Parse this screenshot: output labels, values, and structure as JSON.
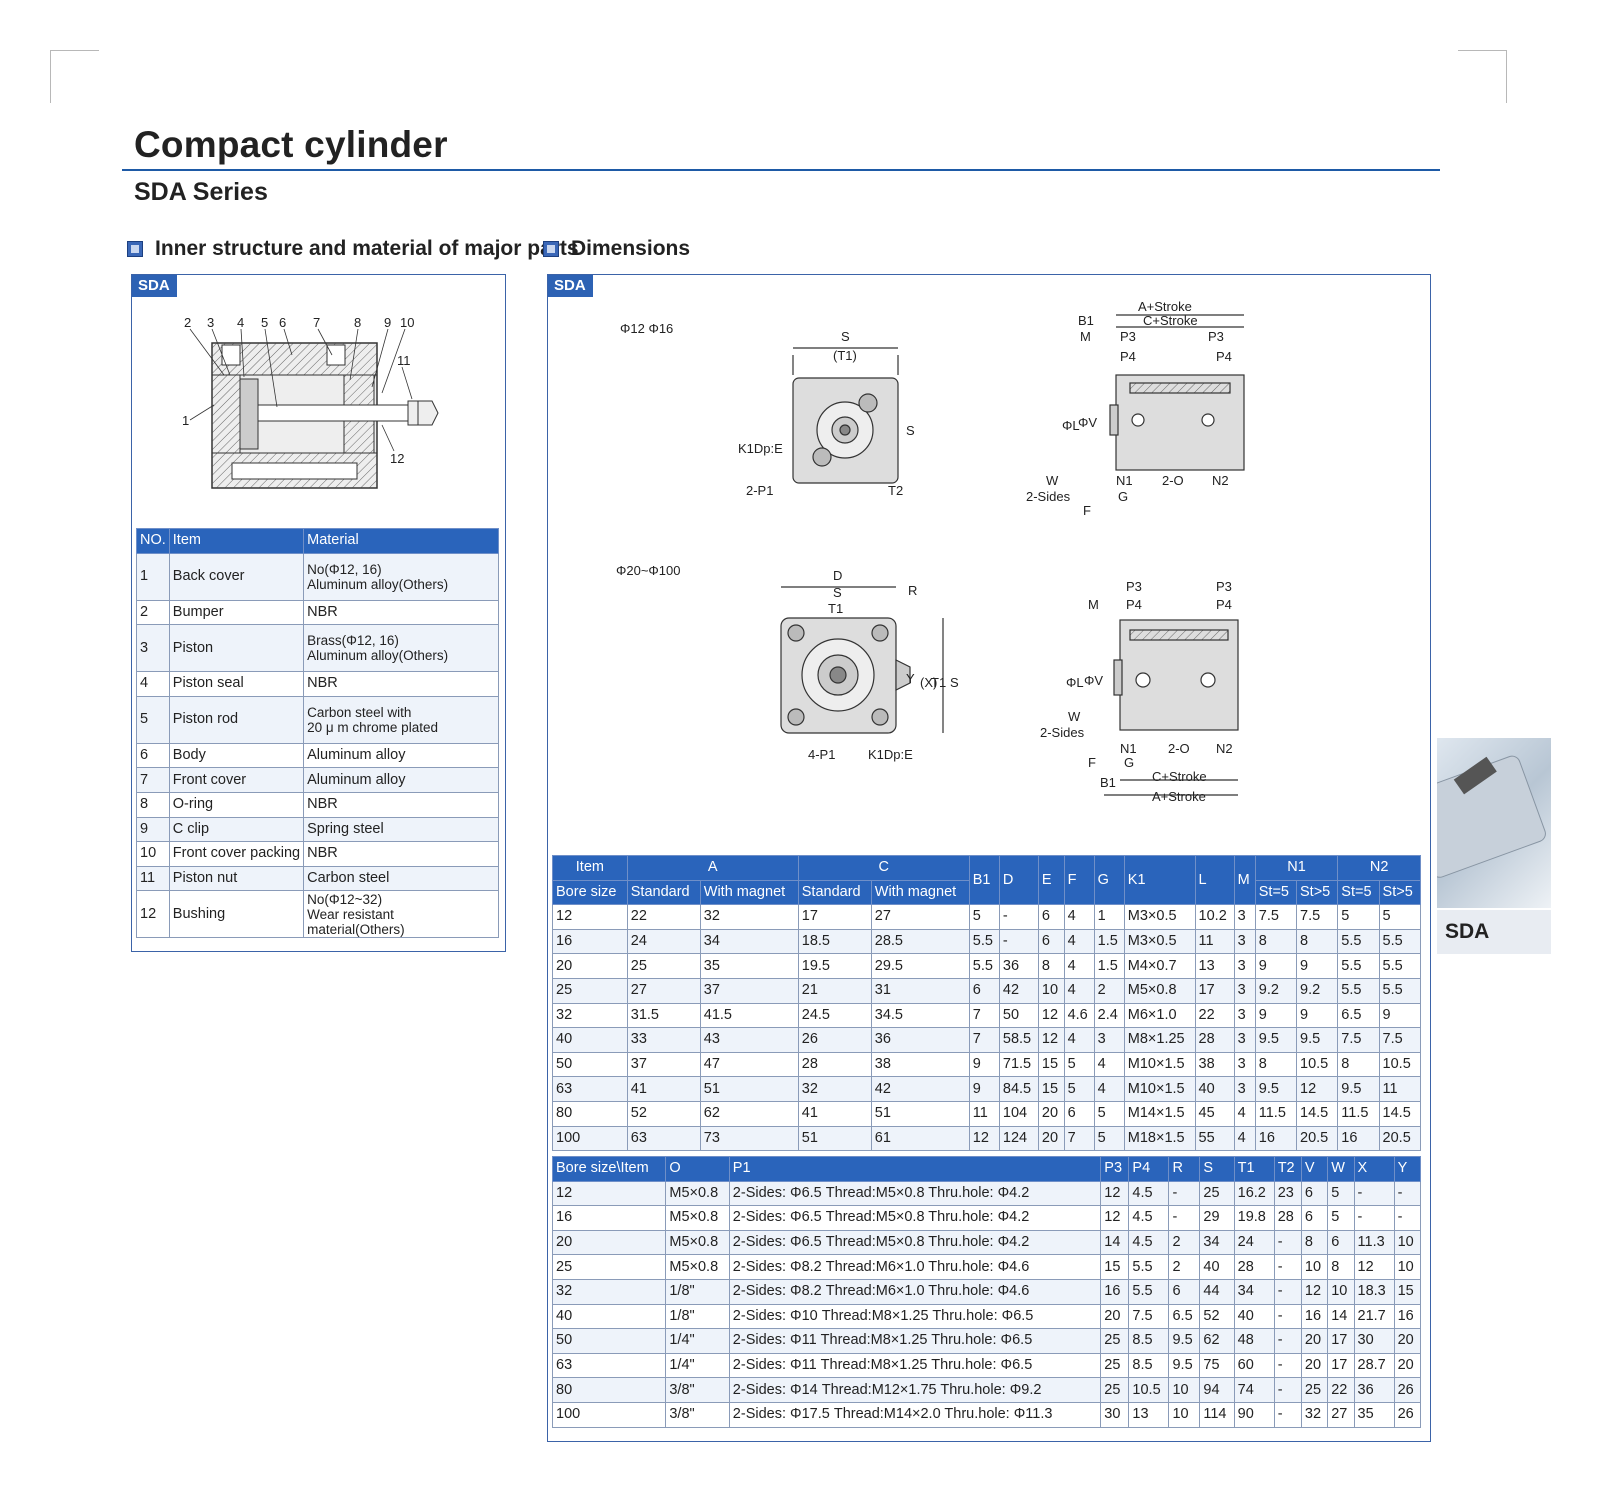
{
  "header": {
    "title": "Compact cylinder",
    "subtitle": "SDA Series"
  },
  "sections": {
    "inner": "Inner structure and material of major parts",
    "dimensions": "Dimensions"
  },
  "panel_tag": "SDA",
  "structure_callouts": [
    "1",
    "2",
    "3",
    "4",
    "5",
    "6",
    "7",
    "8",
    "9",
    "10",
    "11",
    "12"
  ],
  "parts_table": {
    "headers": [
      "NO.",
      "Item",
      "Material"
    ],
    "rows": [
      [
        "1",
        "Back cover",
        "No(Φ12, 16)\nAluminum alloy(Others)"
      ],
      [
        "2",
        "Bumper",
        "NBR"
      ],
      [
        "3",
        "Piston",
        "Brass(Φ12, 16)\nAluminum alloy(Others)"
      ],
      [
        "4",
        "Piston seal",
        "NBR"
      ],
      [
        "5",
        "Piston rod",
        "Carbon steel with\n20 μ m chrome plated"
      ],
      [
        "6",
        "Body",
        "Aluminum alloy"
      ],
      [
        "7",
        "Front cover",
        "Aluminum alloy"
      ],
      [
        "8",
        "O-ring",
        "NBR"
      ],
      [
        "9",
        "C clip",
        "Spring steel"
      ],
      [
        "10",
        "Front cover packing",
        "NBR"
      ],
      [
        "11",
        "Piston nut",
        "Carbon steel"
      ],
      [
        "12",
        "Bushing",
        "No(Φ12~32)\nWear resistant material(Others)"
      ]
    ]
  },
  "drawings": {
    "range_small": "Φ12 Φ16",
    "range_large": "Φ20~Φ100",
    "labels": {
      "S": "S",
      "T1p": "(T1)",
      "T1": "T1",
      "T2": "T2",
      "K1": "K1Dp:E",
      "P1_2": "2-P1",
      "P1_4": "4-P1",
      "D": "D",
      "R": "R",
      "Y": "Y",
      "X": "(X)",
      "A": "A+Stroke",
      "C": "C+Stroke",
      "B1": "B1",
      "M": "M",
      "P3": "P3",
      "P4": "P4",
      "L": "ΦL",
      "V": "ΦV",
      "W": "W",
      "sides": "2-Sides",
      "N1": "N1",
      "N2": "N2",
      "G": "G",
      "O": "2-O",
      "F": "F"
    }
  },
  "dim_table_1": {
    "header_item": "Item",
    "header_bore": "Bore size",
    "groups": [
      "A",
      "C",
      "B1",
      "D",
      "E",
      "F",
      "G",
      "K1",
      "L",
      "M",
      "N1",
      "N2"
    ],
    "sub": [
      "Standard",
      "With magnet",
      "Standard",
      "With magnet",
      "St=5",
      "St>5",
      "St=5",
      "St>5"
    ],
    "rows": [
      [
        "12",
        "22",
        "32",
        "17",
        "27",
        "5",
        "-",
        "6",
        "4",
        "1",
        "M3×0.5",
        "10.2",
        "3",
        "7.5",
        "7.5",
        "5",
        "5"
      ],
      [
        "16",
        "24",
        "34",
        "18.5",
        "28.5",
        "5.5",
        "-",
        "6",
        "4",
        "1.5",
        "M3×0.5",
        "11",
        "3",
        "8",
        "8",
        "5.5",
        "5.5"
      ],
      [
        "20",
        "25",
        "35",
        "19.5",
        "29.5",
        "5.5",
        "36",
        "8",
        "4",
        "1.5",
        "M4×0.7",
        "13",
        "3",
        "9",
        "9",
        "5.5",
        "5.5"
      ],
      [
        "25",
        "27",
        "37",
        "21",
        "31",
        "6",
        "42",
        "10",
        "4",
        "2",
        "M5×0.8",
        "17",
        "3",
        "9.2",
        "9.2",
        "5.5",
        "5.5"
      ],
      [
        "32",
        "31.5",
        "41.5",
        "24.5",
        "34.5",
        "7",
        "50",
        "12",
        "4.6",
        "2.4",
        "M6×1.0",
        "22",
        "3",
        "9",
        "9",
        "6.5",
        "9"
      ],
      [
        "40",
        "33",
        "43",
        "26",
        "36",
        "7",
        "58.5",
        "12",
        "4",
        "3",
        "M8×1.25",
        "28",
        "3",
        "9.5",
        "9.5",
        "7.5",
        "7.5"
      ],
      [
        "50",
        "37",
        "47",
        "28",
        "38",
        "9",
        "71.5",
        "15",
        "5",
        "4",
        "M10×1.5",
        "38",
        "3",
        "8",
        "10.5",
        "8",
        "10.5"
      ],
      [
        "63",
        "41",
        "51",
        "32",
        "42",
        "9",
        "84.5",
        "15",
        "5",
        "4",
        "M10×1.5",
        "40",
        "3",
        "9.5",
        "12",
        "9.5",
        "11"
      ],
      [
        "80",
        "52",
        "62",
        "41",
        "51",
        "11",
        "104",
        "20",
        "6",
        "5",
        "M14×1.5",
        "45",
        "4",
        "11.5",
        "14.5",
        "11.5",
        "14.5"
      ],
      [
        "100",
        "63",
        "73",
        "51",
        "61",
        "12",
        "124",
        "20",
        "7",
        "5",
        "M18×1.5",
        "55",
        "4",
        "16",
        "20.5",
        "16",
        "20.5"
      ]
    ]
  },
  "dim_table_2": {
    "headers": [
      "Bore size\\Item",
      "O",
      "P1",
      "P3",
      "P4",
      "R",
      "S",
      "T1",
      "T2",
      "V",
      "W",
      "X",
      "Y"
    ],
    "rows": [
      [
        "12",
        "M5×0.8",
        "2-Sides: Φ6.5 Thread:M5×0.8 Thru.hole: Φ4.2",
        "12",
        "4.5",
        "-",
        "25",
        "16.2",
        "23",
        "6",
        "5",
        "-",
        "-"
      ],
      [
        "16",
        "M5×0.8",
        "2-Sides: Φ6.5 Thread:M5×0.8 Thru.hole: Φ4.2",
        "12",
        "4.5",
        "-",
        "29",
        "19.8",
        "28",
        "6",
        "5",
        "-",
        "-"
      ],
      [
        "20",
        "M5×0.8",
        "2-Sides: Φ6.5 Thread:M5×0.8 Thru.hole: Φ4.2",
        "14",
        "4.5",
        "2",
        "34",
        "24",
        "-",
        "8",
        "6",
        "11.3",
        "10"
      ],
      [
        "25",
        "M5×0.8",
        "2-Sides: Φ8.2 Thread:M6×1.0 Thru.hole: Φ4.6",
        "15",
        "5.5",
        "2",
        "40",
        "28",
        "-",
        "10",
        "8",
        "12",
        "10"
      ],
      [
        "32",
        "1/8\"",
        "2-Sides: Φ8.2 Thread:M6×1.0 Thru.hole: Φ4.6",
        "16",
        "5.5",
        "6",
        "44",
        "34",
        "-",
        "12",
        "10",
        "18.3",
        "15"
      ],
      [
        "40",
        "1/8\"",
        "2-Sides: Φ10 Thread:M8×1.25 Thru.hole: Φ6.5",
        "20",
        "7.5",
        "6.5",
        "52",
        "40",
        "-",
        "16",
        "14",
        "21.7",
        "16"
      ],
      [
        "50",
        "1/4\"",
        "2-Sides: Φ11 Thread:M8×1.25 Thru.hole: Φ6.5",
        "25",
        "8.5",
        "9.5",
        "62",
        "48",
        "-",
        "20",
        "17",
        "30",
        "20"
      ],
      [
        "63",
        "1/4\"",
        "2-Sides: Φ11 Thread:M8×1.25 Thru.hole: Φ6.5",
        "25",
        "8.5",
        "9.5",
        "75",
        "60",
        "-",
        "20",
        "17",
        "28.7",
        "20"
      ],
      [
        "80",
        "3/8\"",
        "2-Sides: Φ14 Thread:M12×1.75 Thru.hole: Φ9.2",
        "25",
        "10.5",
        "10",
        "94",
        "74",
        "-",
        "25",
        "22",
        "36",
        "26"
      ],
      [
        "100",
        "3/8\"",
        "2-Sides: Φ17.5 Thread:M14×2.0 Thru.hole: Φ11.3",
        "30",
        "13",
        "10",
        "114",
        "90",
        "-",
        "32",
        "27",
        "35",
        "26"
      ]
    ]
  },
  "product_label": "SDA"
}
